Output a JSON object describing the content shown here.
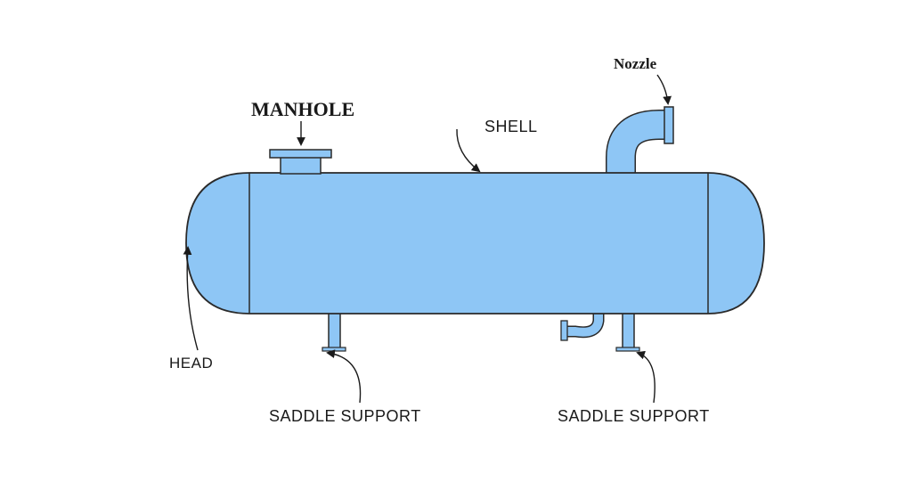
{
  "diagram": {
    "title": "",
    "labels": {
      "manhole": "MANHOLE",
      "nozzle": "Nozzle",
      "shell": "SHELL",
      "head": "HEAD",
      "saddle_left": "SADDLE SUPPORT",
      "saddle_right": "SADDLE SUPPORT"
    }
  },
  "colors": {
    "vessel_fill": "#8ec6f5",
    "outline": "#2a2a2a",
    "arrow": "#1a1a1a",
    "text": "#1a1a1a"
  }
}
